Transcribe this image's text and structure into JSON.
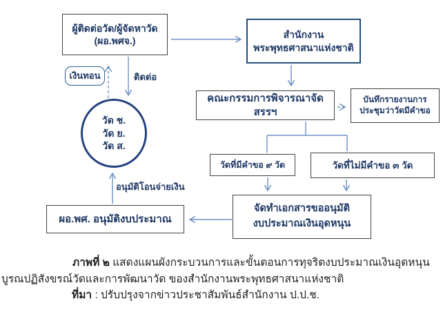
{
  "diagram": {
    "nodes": {
      "contact_person": {
        "lines": [
          "ผู้ติดต่อวัด/ผู้จัดหาวัด",
          "(ผอ.พศจ.)"
        ]
      },
      "national_office": {
        "lines": [
          "สำนักงาน",
          "พระพุทธศาสนาแห่งชาติ"
        ]
      },
      "refund": {
        "label": "เงินทอน"
      },
      "temples_circle": {
        "lines": [
          "วัด ช.",
          "วัด ย.",
          "วัด ส."
        ]
      },
      "committee": {
        "label": "คณะกรรมการพิจารณาจัดสรรฯ"
      },
      "meeting_record": {
        "lines": [
          "บันทึกรายงานการ",
          "ประชุมว่าวัดมีคำขอ"
        ]
      },
      "temples_with_request": {
        "label": "วัดที่มีคำขอ ๙ วัด"
      },
      "temples_without_request": {
        "label": "วัดที่ไม่มีคำขอ ๓ วัด"
      },
      "prepare_documents": {
        "lines": [
          "จัดทำเอกสารขออนุมัติ",
          "งบประมาณเงินอุดหนุน"
        ]
      },
      "director_approval": {
        "label": "ผอ.พศ. อนุมัติงบประมาณ"
      }
    },
    "edge_labels": {
      "contact": "ติดต่อ",
      "approve_transfer": "อนุมัติโอนจ่ายเงิน"
    },
    "colors": {
      "connector": "#6b90c0",
      "box_border": "#3f3f3f",
      "office_border": "#1f4e79",
      "circle_border": "#24417e",
      "refund_border": "#2e5e8e",
      "node_text": "#1f3864",
      "caption_text": "#1f1f1f"
    }
  },
  "caption": {
    "figure_label": "ภาพที่ ๒",
    "figure_text": " แสดงแผนผังกระบวนการและขั้นตอนการทุจริตงบประมาณเงินอุดหนุน",
    "figure_text_line2": "บูรณปฏิสังขรณ์วัดและการพัฒนาวัด ของสำนักงานพระพุทธศาสนาแห่งชาติ",
    "source_label": "ที่มา",
    "source_text": " : ปรับปรุงจากข่าวประชาสัมพันธ์สำนักงาน ป.ป.ช."
  }
}
